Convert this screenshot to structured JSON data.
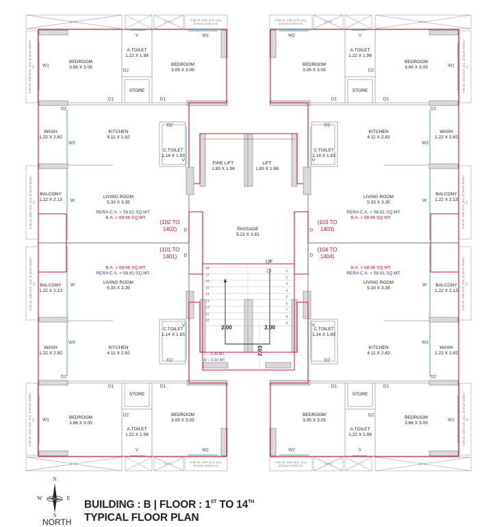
{
  "title": {
    "line1_prefix": "BUILDING : B  |  FLOOR : 1",
    "sup1": "ST",
    "line1_mid": " TO 14",
    "sup2": "TH",
    "line2": "TYPICAL FLOOR PLAN"
  },
  "compass": {
    "n": "N",
    "s": "S",
    "e": "E",
    "w": "W",
    "label": "NORTH",
    "north_color": "#c8102e"
  },
  "ots_label": "O.T.S.",
  "arch_note": "0.60 mt. wide arch. proj. @ beam bottom lvl.",
  "units": [
    {
      "position": "top-left",
      "range": "(102 TO 1402)",
      "rera": "RERA C.A. = 58.81 SQ.MT.",
      "ba": "B.A. = 68.96 SQ.MT.",
      "rooms": [
        {
          "name": "BEDROOM",
          "size": "3.66 X 3.05"
        },
        {
          "name": "A.TOILET",
          "size": "1.22 X 1.98"
        },
        {
          "name": "BEDROOM",
          "size": "3.05 X 3.05"
        },
        {
          "name": "STORE",
          "size": ""
        },
        {
          "name": "WASH",
          "size": "1.22 X 2.82"
        },
        {
          "name": "KITCHEN",
          "size": "4.11 X 2.82"
        },
        {
          "name": "C.TOILET",
          "size": "1.14 X 1.83"
        },
        {
          "name": "BALCONY",
          "size": "1.22 X 2.13"
        },
        {
          "name": "LIVING ROOM",
          "size": "5.33 X 3.35"
        }
      ],
      "tags": [
        "W1",
        "D2",
        "V",
        "W2",
        "D1",
        "D1",
        "D2",
        "W3",
        "D2",
        "V",
        "W",
        "D"
      ]
    },
    {
      "position": "top-right",
      "range": "(103 TO 1403)",
      "rera": "RERA C.A. = 58.81 SQ.MT.",
      "ba": "B.A. = 68.96 SQ.MT.",
      "rooms": [
        {
          "name": "BEDROOM",
          "size": "3.66 X 3.05"
        },
        {
          "name": "A.TOILET",
          "size": "1.22 X 1.98"
        },
        {
          "name": "BEDROOM",
          "size": "3.05 X 3.05"
        },
        {
          "name": "STORE",
          "size": ""
        },
        {
          "name": "WASH",
          "size": "1.22 X 2.82"
        },
        {
          "name": "KITCHEN",
          "size": "4.11 X 2.82"
        },
        {
          "name": "C.TOILET",
          "size": "1.14 X 1.83"
        },
        {
          "name": "BALCONY",
          "size": "1.22 X 2.13"
        },
        {
          "name": "LIVING ROOM",
          "size": "5.33 X 3.35"
        }
      ],
      "tags": [
        "W1",
        "D2",
        "V",
        "W2",
        "D1",
        "D1",
        "D2",
        "W3",
        "D2",
        "V",
        "W",
        "D"
      ]
    },
    {
      "position": "bottom-left",
      "range": "(101 TO 1401)",
      "rera": "RERA C.A. = 58.81 SQ.MT.",
      "ba": "B.A. = 68.96 SQ.MT.",
      "rooms": [
        {
          "name": "BEDROOM",
          "size": "3.66 X 3.05"
        },
        {
          "name": "A.TOILET",
          "size": "1.22 X 1.98"
        },
        {
          "name": "BEDROOM",
          "size": "3.05 X 3.05"
        },
        {
          "name": "STORE",
          "size": ""
        },
        {
          "name": "WASH",
          "size": "1.22 X 2.82"
        },
        {
          "name": "KITCHEN",
          "size": "4.11 X 2.82"
        },
        {
          "name": "C.TOILET",
          "size": "1.14 X 1.83"
        },
        {
          "name": "BALCONY",
          "size": "1.22 X 2.13"
        },
        {
          "name": "LIVING ROOM",
          "size": "5.33 X 3.35"
        }
      ],
      "tags": [
        "W1",
        "D2",
        "V",
        "W2",
        "D1",
        "D1",
        "D2",
        "W3",
        "D2",
        "V",
        "W",
        "D"
      ]
    },
    {
      "position": "bottom-right",
      "range": "(104 TO 1404)",
      "rera": "RERA C.A. = 58.81 SQ.MT.",
      "ba": "B.A. = 68.96 SQ.MT.",
      "rooms": [
        {
          "name": "BEDROOM",
          "size": "3.66 X 3.05"
        },
        {
          "name": "A.TOILET",
          "size": "1.22 X 1.98"
        },
        {
          "name": "BEDROOM",
          "size": "3.05 X 3.05"
        },
        {
          "name": "STORE",
          "size": ""
        },
        {
          "name": "WASH",
          "size": "1.22 X 2.82"
        },
        {
          "name": "KITCHEN",
          "size": "4.11 X 2.82"
        },
        {
          "name": "C.TOILET",
          "size": "1.14 X 1.83"
        },
        {
          "name": "BALCONY",
          "size": "1.22 X 2.13"
        },
        {
          "name": "LIVING ROOM",
          "size": "5.33 X 3.35"
        }
      ],
      "tags": [
        "W1",
        "D2",
        "V",
        "W2",
        "D1",
        "D1",
        "D2",
        "W3",
        "D2",
        "V",
        "W",
        "D"
      ]
    }
  ],
  "core": {
    "fire_lift": {
      "name": "FIRE LIFT",
      "size": "1.83 X 1.98"
    },
    "lift": {
      "name": "LIFT",
      "size": "1.83 X 1.98"
    },
    "passage": {
      "name": "PASSAGE",
      "size": "5.22 X 3.81"
    },
    "up": "UP",
    "stair_left_numbers": [
      "18",
      "17",
      "16",
      "15",
      "14",
      "13",
      "12",
      "11",
      "10"
    ],
    "stair_right_numbers": [
      "1",
      "2",
      "3",
      "4",
      "5",
      "6",
      "7",
      "8",
      "9"
    ],
    "dim_left": "2.00",
    "dim_right": "2.00",
    "dim_vertical": "2.03",
    "tread": "T :- 0.30 MT.",
    "riser": "R :- 0.16 MT."
  },
  "colors": {
    "wall_outline": "#c8102e",
    "column": "#d9d9d9",
    "window": "#9fd3e0",
    "tag": "#33338a"
  }
}
